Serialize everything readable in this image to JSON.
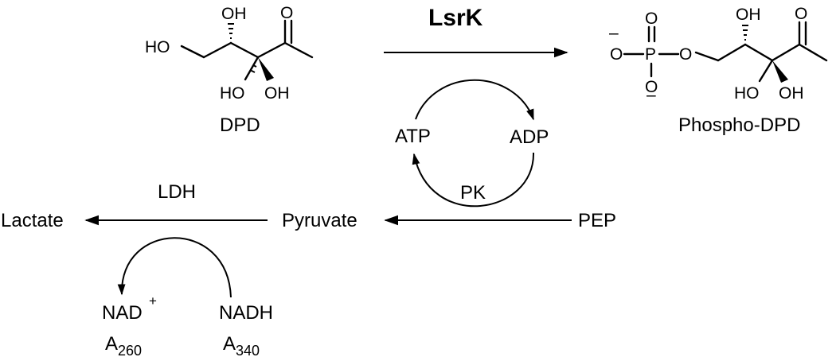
{
  "enzymes": {
    "lsrk": "LsrK",
    "ldh": "LDH",
    "pk": "PK"
  },
  "compounds": {
    "dpd": "DPD",
    "phospho_dpd": "Phospho-DPD",
    "atp": "ATP",
    "adp": "ADP",
    "pep": "PEP",
    "pyruvate": "Pyruvate",
    "lactate": "Lactate",
    "nad": "NAD",
    "nad_charge": "+",
    "nadh": "NADH"
  },
  "absorbance": {
    "a260_letter": "A",
    "a260_sub": "260",
    "a340_letter": "A",
    "a340_sub": "340"
  },
  "atoms": {
    "oh": "OH",
    "ho": "HO",
    "o": "O",
    "p": "P",
    "minus": "–"
  }
}
